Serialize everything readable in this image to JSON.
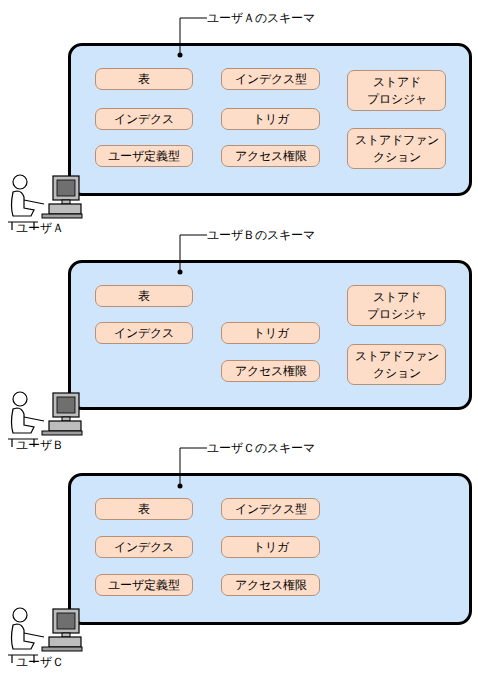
{
  "diagram": {
    "nodes": [
      {
        "text": [
          "ユーザＡのスキーマ"
        ]
      },
      {
        "text": [
          "表"
        ],
        "in": 0
      },
      {
        "text": [
          "インデクス型"
        ],
        "in": 0
      },
      {
        "text": [
          "ストアド プロシジャ"
        ],
        "in": 0
      },
      {
        "text": [
          "インデクス"
        ],
        "in": 0
      },
      {
        "text": [
          "トリガ"
        ],
        "in": 0
      },
      {
        "text": [
          "ストアドファン クション"
        ],
        "in": 0
      },
      {
        "text": [
          "ユーザ定義型"
        ],
        "in": 0
      },
      {
        "text": [
          "アクセス権限"
        ],
        "in": 0
      },
      {
        "text": [
          "ユーザＢのスキーマ"
        ]
      },
      {
        "text": [
          "表"
        ],
        "in": 9
      },
      {
        "text": [
          "ストアド プロシジャ"
        ],
        "in": 9
      },
      {
        "text": [
          "インデクス"
        ],
        "in": 9
      },
      {
        "text": [
          "トリガ"
        ],
        "in": 9
      },
      {
        "text": [
          "ストアドファン クション"
        ],
        "in": 9
      },
      {
        "text": [
          "アクセス権限"
        ],
        "in": 9
      },
      {
        "text": [
          "ユーザＣのスキーマ"
        ]
      },
      {
        "text": [
          "表"
        ],
        "in": 16
      },
      {
        "text": [
          "インデクス型"
        ],
        "in": 16
      },
      {
        "text": [
          "インデクス"
        ],
        "in": 16
      },
      {
        "text": [
          "トリガ"
        ],
        "in": 16
      },
      {
        "text": [
          "ユーザ定義型"
        ],
        "in": 16
      },
      {
        "text": [
          "アクセス権限"
        ],
        "in": 16
      }
    ],
    "labels": [
      "ユーザＡ",
      "ユーザＢ",
      "ユーザＣ"
    ]
  }
}
